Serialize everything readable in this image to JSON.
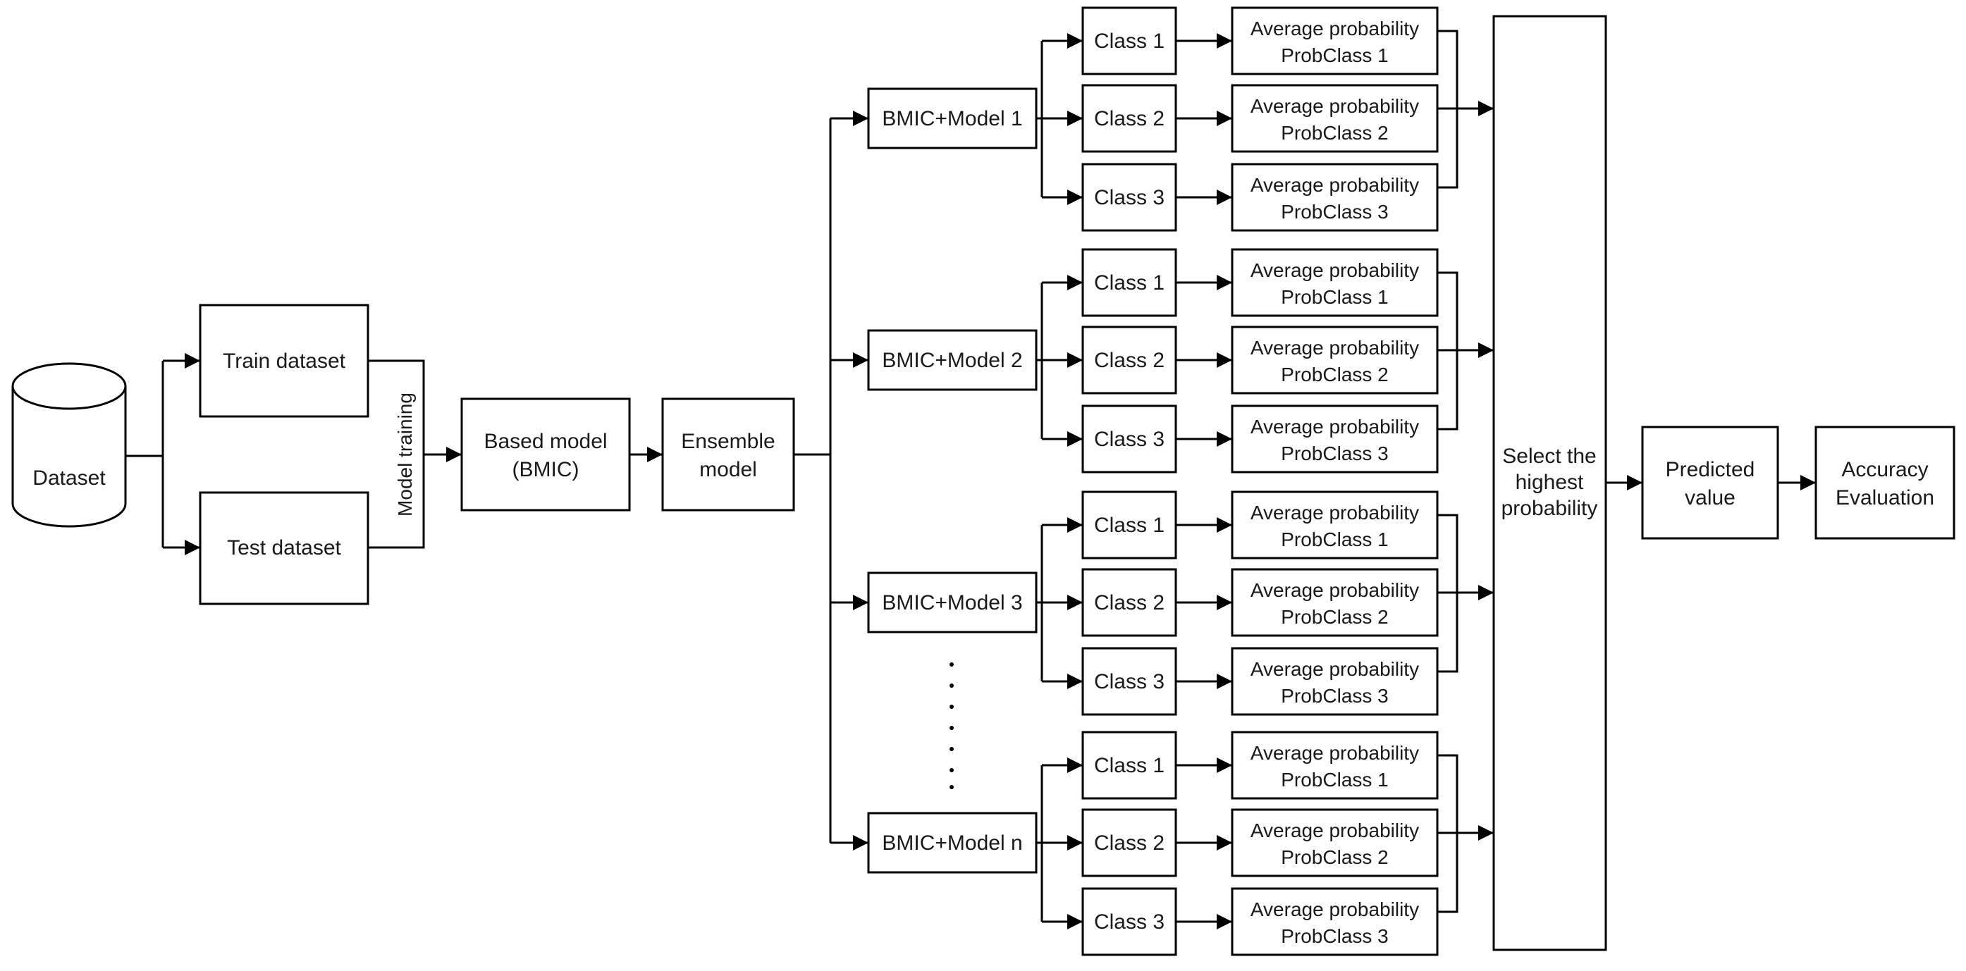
{
  "dataset": "Dataset",
  "train": "Train dataset",
  "test": "Test dataset",
  "model_training": "Model training",
  "based_model": [
    "Based model",
    "(BMIC)"
  ],
  "ensemble": [
    "Ensemble",
    "model"
  ],
  "groups": [
    {
      "model": "BMIC+Model 1",
      "classes": [
        "Class 1",
        "Class 2",
        "Class 3"
      ],
      "probs": [
        [
          "Average probability",
          "ProbClass 1"
        ],
        [
          "Average probability",
          "ProbClass 2"
        ],
        [
          "Average probability",
          "ProbClass 3"
        ]
      ]
    },
    {
      "model": "BMIC+Model 2",
      "classes": [
        "Class 1",
        "Class 2",
        "Class 3"
      ],
      "probs": [
        [
          "Average probability",
          "ProbClass 1"
        ],
        [
          "Average probability",
          "ProbClass 2"
        ],
        [
          "Average probability",
          "ProbClass 3"
        ]
      ]
    },
    {
      "model": "BMIC+Model 3",
      "classes": [
        "Class 1",
        "Class 2",
        "Class 3"
      ],
      "probs": [
        [
          "Average probability",
          "ProbClass 1"
        ],
        [
          "Average probability",
          "ProbClass 2"
        ],
        [
          "Average probability",
          "ProbClass 3"
        ]
      ]
    },
    {
      "model": "BMIC+Model n",
      "classes": [
        "Class 1",
        "Class 2",
        "Class 3"
      ],
      "probs": [
        [
          "Average probability",
          "ProbClass 1"
        ],
        [
          "Average probability",
          "ProbClass 2"
        ],
        [
          "Average probability",
          "ProbClass 3"
        ]
      ]
    }
  ],
  "select": [
    "Select the",
    "highest",
    "probability"
  ],
  "predicted": [
    "Predicted",
    "value"
  ],
  "accuracy": [
    "Accuracy",
    "Evaluation"
  ]
}
